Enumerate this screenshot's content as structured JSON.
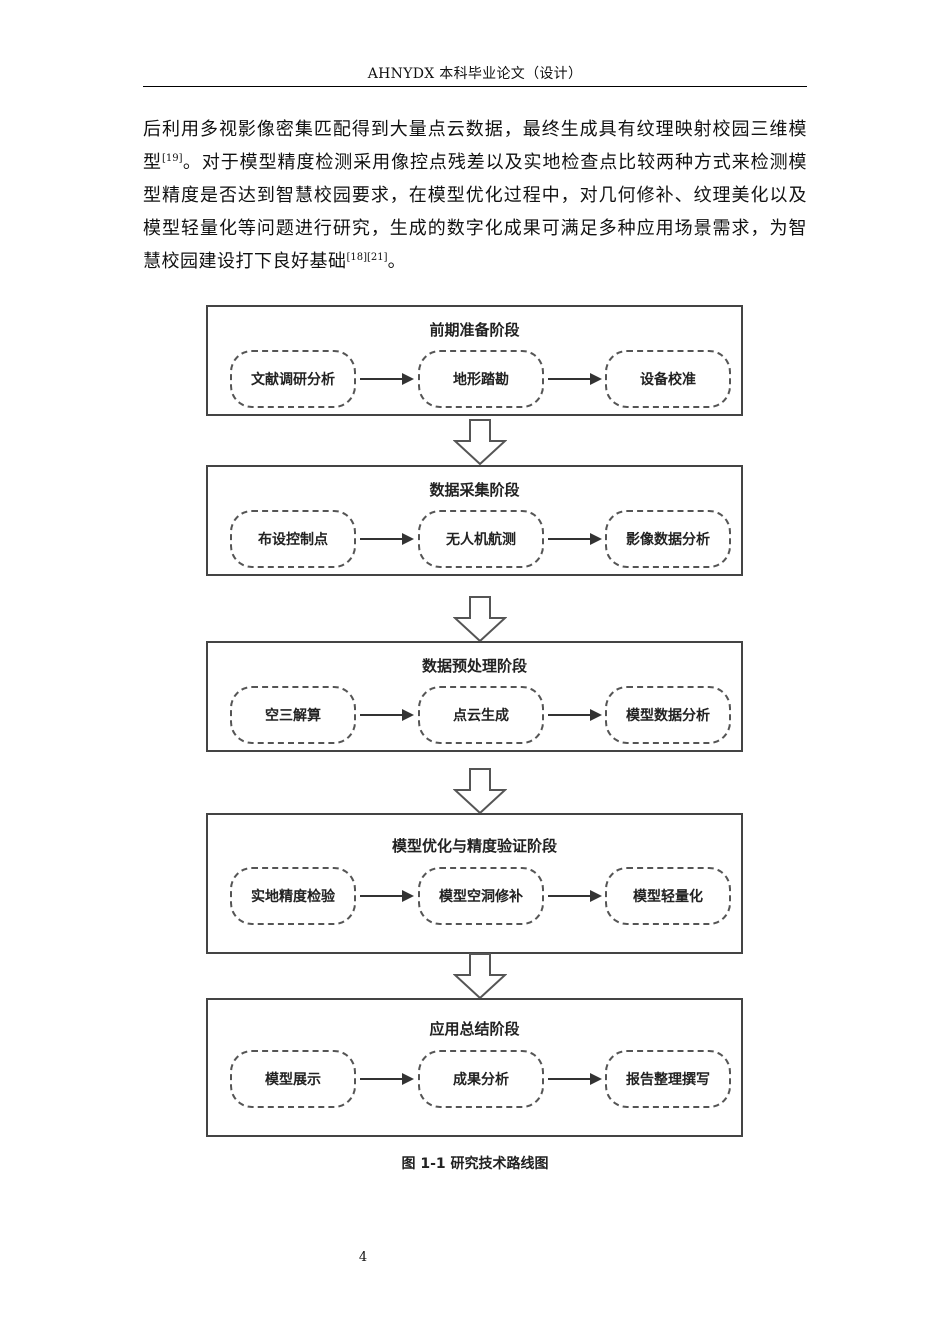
{
  "header": {
    "title": "AHNYDX 本科毕业论文（设计）"
  },
  "paragraph": {
    "part1": "后利用多视影像密集匹配得到大量点云数据，最终生成具有纹理映射校园三维模型",
    "cite1": "[19]",
    "part2": "。对于模型精度检测采用像控点残差以及实地检查点比较两种方式来检测模型精度是否达到智慧校园要求，在模型优化过程中，对几何修补、纹理美化以及模型轻量化等问题进行研究，生成的数字化成果可满足多种应用场景需求，为智慧校园建设打下良好基础",
    "cite2": "[18][21]",
    "part3": "。"
  },
  "flowchart": {
    "stages": [
      {
        "title": "前期准备阶段",
        "steps": [
          "文献调研分析",
          "地形踏勘",
          "设备校准"
        ]
      },
      {
        "title": "数据采集阶段",
        "steps": [
          "布设控制点",
          "无人机航测",
          "影像数据分析"
        ]
      },
      {
        "title": "数据预处理阶段",
        "steps": [
          "空三解算",
          "点云生成",
          "模型数据分析"
        ]
      },
      {
        "title": "模型优化与精度验证阶段",
        "steps": [
          "实地精度检验",
          "模型空洞修补",
          "模型轻量化"
        ]
      },
      {
        "title": "应用总结阶段",
        "steps": [
          "模型展示",
          "成果分析",
          "报告整理撰写"
        ]
      }
    ]
  },
  "caption": "图 1-1  研究技术路线图",
  "page_number": "4"
}
